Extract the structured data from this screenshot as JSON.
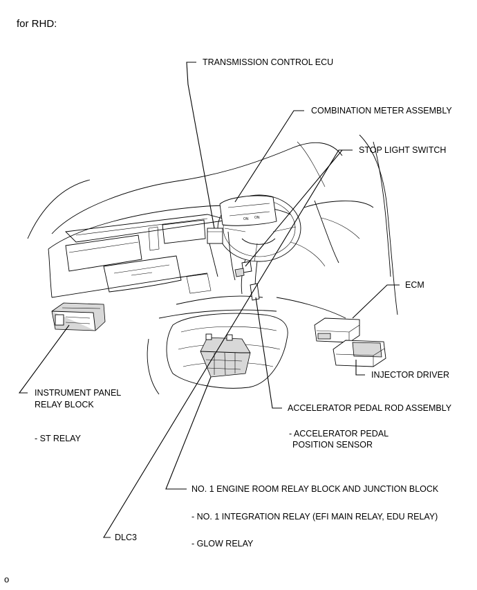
{
  "header": {
    "title": "for RHD:"
  },
  "labels": {
    "transmission_ecu": "TRANSMISSION CONTROL ECU",
    "combination_meter": "COMBINATION METER ASSEMBLY",
    "stop_light_switch": "STOP LIGHT SWITCH",
    "ecm": "ECM",
    "injector_driver": "INJECTOR DRIVER",
    "instrument_panel_relay_block_1": "INSTRUMENT PANEL",
    "instrument_panel_relay_block_2": "RELAY BLOCK",
    "st_relay": "- ST RELAY",
    "accelerator_pedal_rod": "ACCELERATOR PEDAL ROD ASSEMBLY",
    "accelerator_position_sensor_1": "- ACCELERATOR PEDAL",
    "accelerator_position_sensor_2": "POSITION SENSOR",
    "engine_room_relay_block": "NO. 1 ENGINE ROOM RELAY BLOCK AND JUNCTION BLOCK",
    "integration_relay": "- NO. 1 INTEGRATION RELAY (EFI MAIN RELAY, EDU RELAY)",
    "dlc3": "DLC3",
    "glow_relay": "- GLOW RELAY"
  },
  "footer": {
    "code": "o"
  }
}
